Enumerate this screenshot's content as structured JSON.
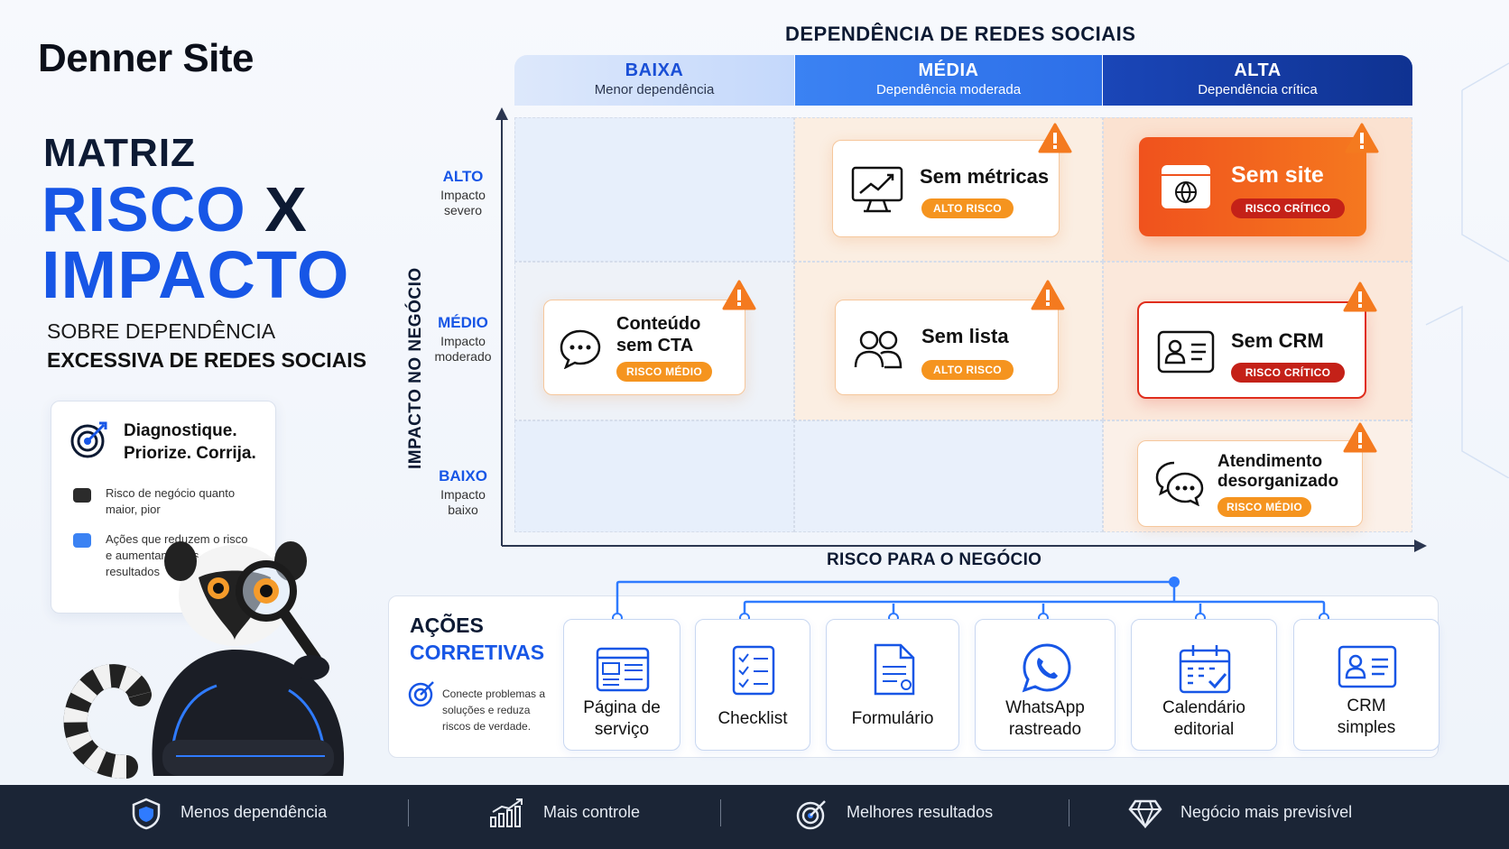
{
  "brand": {
    "name_first": "Denner",
    "name_second": "Site"
  },
  "title": {
    "line1": "MATRIZ",
    "line2": "RISCO",
    "line2_x": "X",
    "line3": "IMPACTO",
    "sub1": "SOBRE DEPENDÊNCIA",
    "sub2": "EXCESSIVA DE REDES SOCIAIS"
  },
  "diagnostic": {
    "title": "Diagnostique. Priorize. Corrija.",
    "legend": [
      {
        "text": "Risco de negócio quanto maior, pior",
        "color": "#2b2b2b"
      },
      {
        "text": "Ações que reduzem o risco e aumentam seus resultados",
        "color": "#3b82f3"
      }
    ]
  },
  "matrix": {
    "x_title": "DEPENDÊNCIA DE REDES SOCIAIS",
    "columns": [
      {
        "label": "BAIXA",
        "sub": "Menor dependência"
      },
      {
        "label": "MÉDIA",
        "sub": "Dependência moderada"
      },
      {
        "label": "ALTA",
        "sub": "Dependência crítica"
      }
    ],
    "y_title": "IMPACTO NO NEGÓCIO",
    "rows": [
      {
        "label": "ALTO",
        "sub": "Impacto severo"
      },
      {
        "label": "MÉDIO",
        "sub": "Impacto moderado"
      },
      {
        "label": "BAIXO",
        "sub": "Impacto baixo"
      }
    ],
    "axis_bottom": "RISCO PARA O NEGÓCIO",
    "items": [
      {
        "title": "Sem métricas",
        "badge": "ALTO RISCO",
        "icon": "chart-monitor-icon",
        "dependency": "MÉDIA",
        "impact": "ALTO"
      },
      {
        "title": "Sem site",
        "badge": "RISCO CRÍTICO",
        "icon": "globe-window-icon",
        "dependency": "ALTA",
        "impact": "ALTO"
      },
      {
        "title": "Conteúdo sem CTA",
        "badge": "RISCO MÉDIO",
        "icon": "chat-bubble-icon",
        "dependency": "BAIXA",
        "impact": "MÉDIO"
      },
      {
        "title": "Sem lista",
        "badge": "ALTO RISCO",
        "icon": "users-icon",
        "dependency": "MÉDIA",
        "impact": "MÉDIO"
      },
      {
        "title": "Sem CRM",
        "badge": "RISCO CRÍTICO",
        "icon": "contact-card-icon",
        "dependency": "ALTA",
        "impact": "MÉDIO"
      },
      {
        "title": "Atendimento desorganizado",
        "badge": "RISCO MÉDIO",
        "icon": "chat-bubbles-icon",
        "dependency": "ALTA",
        "impact": "BAIXO"
      }
    ]
  },
  "actions": {
    "title1": "AÇÕES",
    "title2": "CORRETIVAS",
    "description": "Conecte problemas a soluções e reduza riscos de verdade.",
    "items": [
      {
        "label": "Página de serviço",
        "icon": "webpage-icon"
      },
      {
        "label": "Checklist",
        "icon": "checklist-icon"
      },
      {
        "label": "Formulário",
        "icon": "form-icon"
      },
      {
        "label": "WhatsApp rastreado",
        "icon": "whatsapp-icon"
      },
      {
        "label": "Calendário editorial",
        "icon": "calendar-icon"
      },
      {
        "label": "CRM simples",
        "icon": "crm-card-icon"
      }
    ]
  },
  "footer": [
    {
      "label": "Menos dependência",
      "icon": "shield-icon"
    },
    {
      "label": "Mais controle",
      "icon": "growth-chart-icon"
    },
    {
      "label": "Melhores resultados",
      "icon": "target-icon"
    },
    {
      "label": "Negócio mais previsível",
      "icon": "diamond-icon"
    }
  ],
  "colors": {
    "blue": "#1756e6",
    "orange": "#f5941f",
    "red": "#c42118",
    "navy": "#1b2536"
  }
}
